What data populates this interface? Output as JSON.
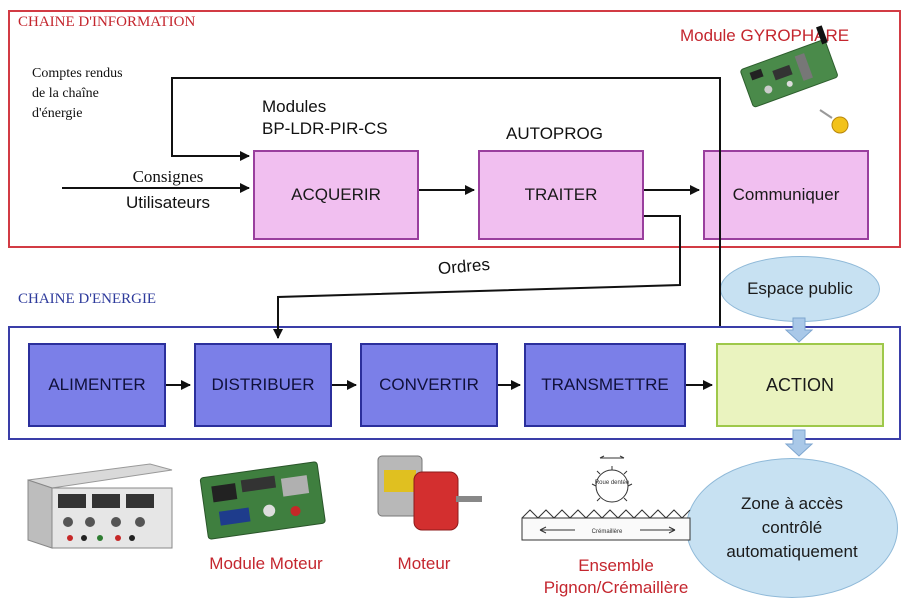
{
  "info_chain": {
    "title": "CHAINE D'INFORMATION",
    "module_label": "Module GYROPHARE",
    "feedback_lines": [
      "Comptes rendus",
      "de la chaîne",
      "d'énergie"
    ],
    "modules_lines": [
      "Modules",
      "BP-LDR-PIR-CS"
    ],
    "autoprog": "AUTOPROG",
    "input_lines": [
      "Consignes",
      "Utilisateurs"
    ],
    "blocks": {
      "acquerir": "ACQUERIR",
      "traiter": "TRAITER",
      "communiquer": "Communiquer"
    },
    "orders": "Ordres"
  },
  "energy_chain": {
    "title": "CHAINE D'ENERGIE",
    "blocks": {
      "alimenter": "ALIMENTER",
      "distribuer": "DISTRIBUER",
      "convertir": "CONVERTIR",
      "transmettre": "TRANSMETTRE",
      "action": "ACTION"
    }
  },
  "public_space": "Espace public",
  "controlled_zone_lines": [
    "Zone à accès",
    "contrôlé",
    "automatiquement"
  ],
  "captions": {
    "motor_module": "Module Moteur",
    "motor": "Moteur",
    "rack_lines": [
      "Ensemble",
      "Pignon/Crémaillère"
    ]
  },
  "rack_image_text": {
    "top": "Roue dentée",
    "bottom": "Crémaillère"
  },
  "colors": {
    "info_frame": "#d23b44",
    "energy_frame": "#3a3ea8",
    "info_block_fill": "#f1bff0",
    "energy_block_fill": "#7b7fe8",
    "action_fill": "#eaf3bf",
    "oval_fill": "#c7e1f2"
  }
}
